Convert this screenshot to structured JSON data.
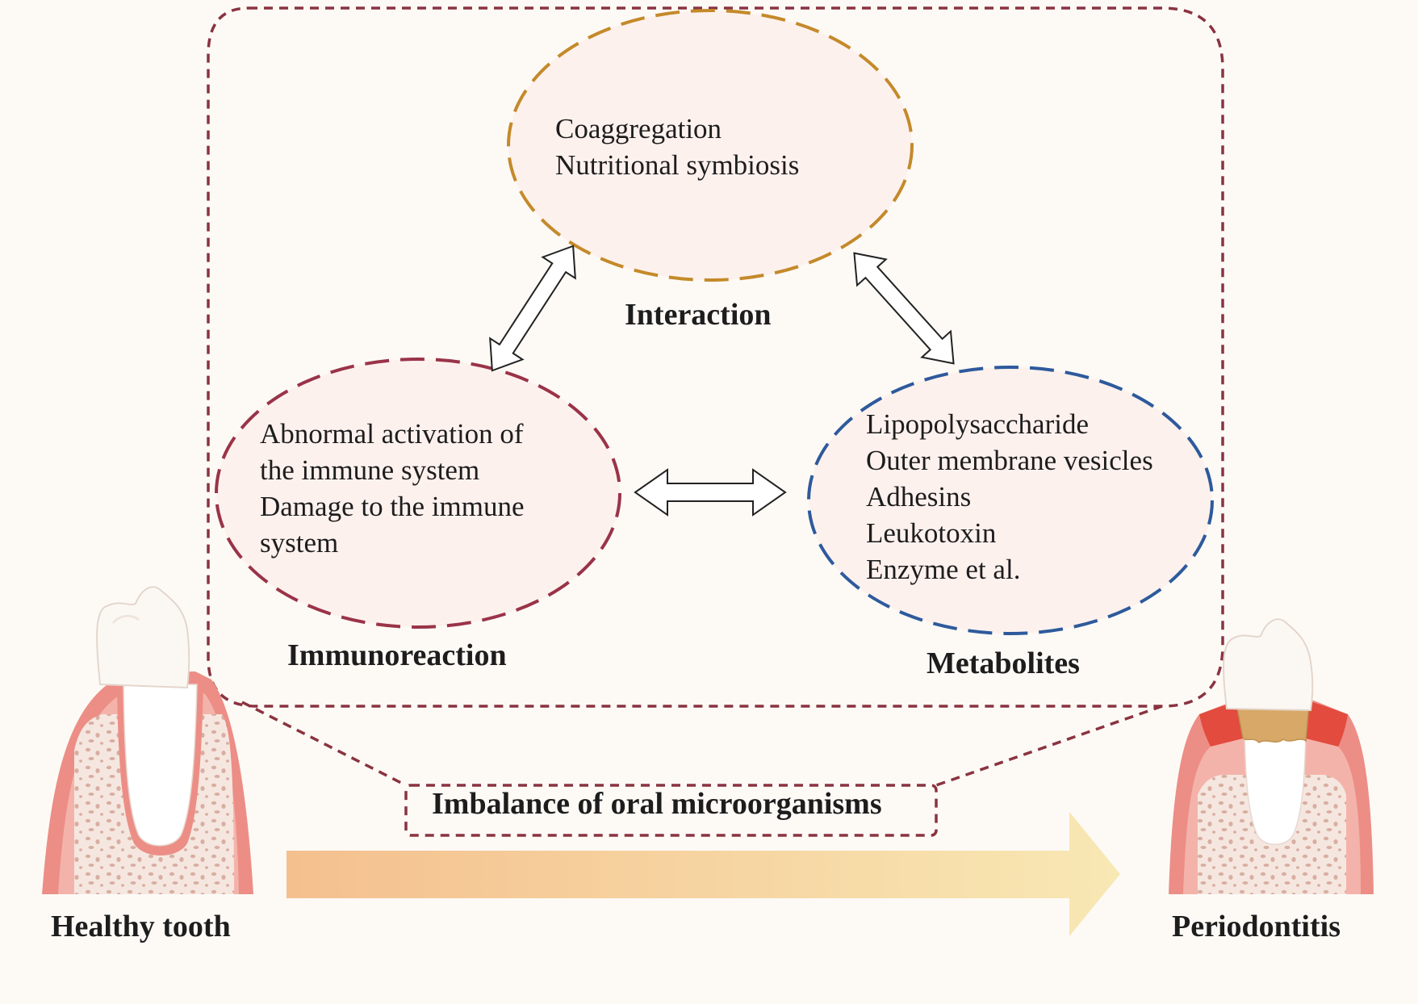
{
  "interaction": {
    "title": "Interaction",
    "items": [
      "Coaggregation",
      "Nutritional symbiosis"
    ]
  },
  "immunoreaction": {
    "title": "Immunoreaction",
    "items": [
      "Abnormal activation of",
      "the immune system",
      "Damage to the immune",
      "system"
    ]
  },
  "metabolites": {
    "title": "Metabolites",
    "items": [
      "Lipopolysaccharide",
      "Outer membrane vesicles",
      "Adhesins",
      "Leukotoxin",
      "Enzyme et al."
    ]
  },
  "imbalance_label": "Imbalance of oral microorganisms",
  "healthy_label": "Healthy tooth",
  "disease_label": "Periodontitis",
  "colors": {
    "frame": "#8a3340",
    "interaction_border": "#c48a2a",
    "immuno_border": "#9a3348",
    "metabolite_border": "#2e5a9c",
    "ellipse_fill": "#fdf1ee",
    "gum": "#ec8e86",
    "gum_inflamed": "#e24b3e",
    "bone": "#f3e4dc",
    "calculus": "#d7a868",
    "arrow_start": "#f4c08e",
    "arrow_end": "#f8e8b4"
  }
}
